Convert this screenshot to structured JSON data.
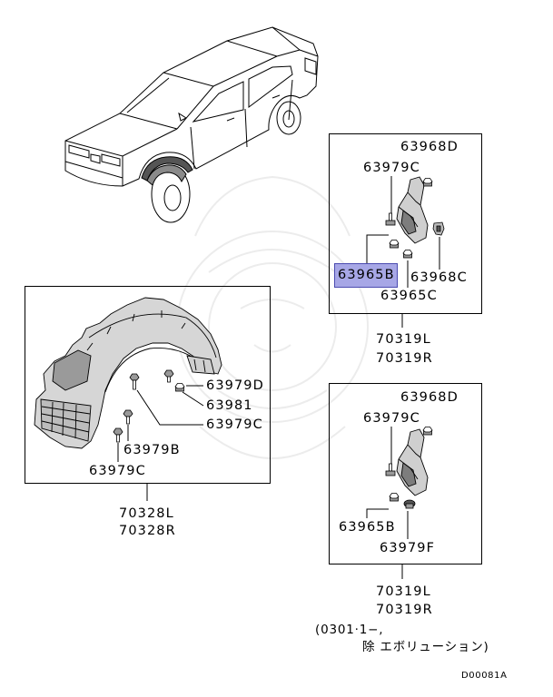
{
  "top_assembly": {
    "callouts": {
      "upper_nut": "63968D",
      "bolt": "63979C",
      "selected_nut": "63965B",
      "clip": "63968C",
      "lower_nut": "63965C"
    },
    "assembly_numbers": [
      "70319L",
      "70319R"
    ]
  },
  "liner_assembly": {
    "callouts": {
      "bolt_upper": "63979D",
      "nut": "63981",
      "screw_upper": "63979C",
      "screw_middle": "63979B",
      "screw_lower": "63979C"
    },
    "assembly_numbers": [
      "70328L",
      "70328R"
    ]
  },
  "lower_assembly": {
    "callouts": {
      "upper_nut": "63968D",
      "bolt": "63979C",
      "nut": "63965B",
      "lower_nut": "63979F"
    },
    "assembly_numbers": [
      "70319L",
      "70319R"
    ],
    "applicability_note": [
      "(0301·1−,",
      "除 エボリューション)"
    ]
  },
  "diagram_code": "D00081A",
  "colors": {
    "line": "#000000",
    "part_fill": "#cfcfcf",
    "part_shade": "#7d7d7d",
    "selection_fill": "#a7a7e6",
    "selection_border": "#4b4bb0",
    "watermark": "#ececec"
  }
}
